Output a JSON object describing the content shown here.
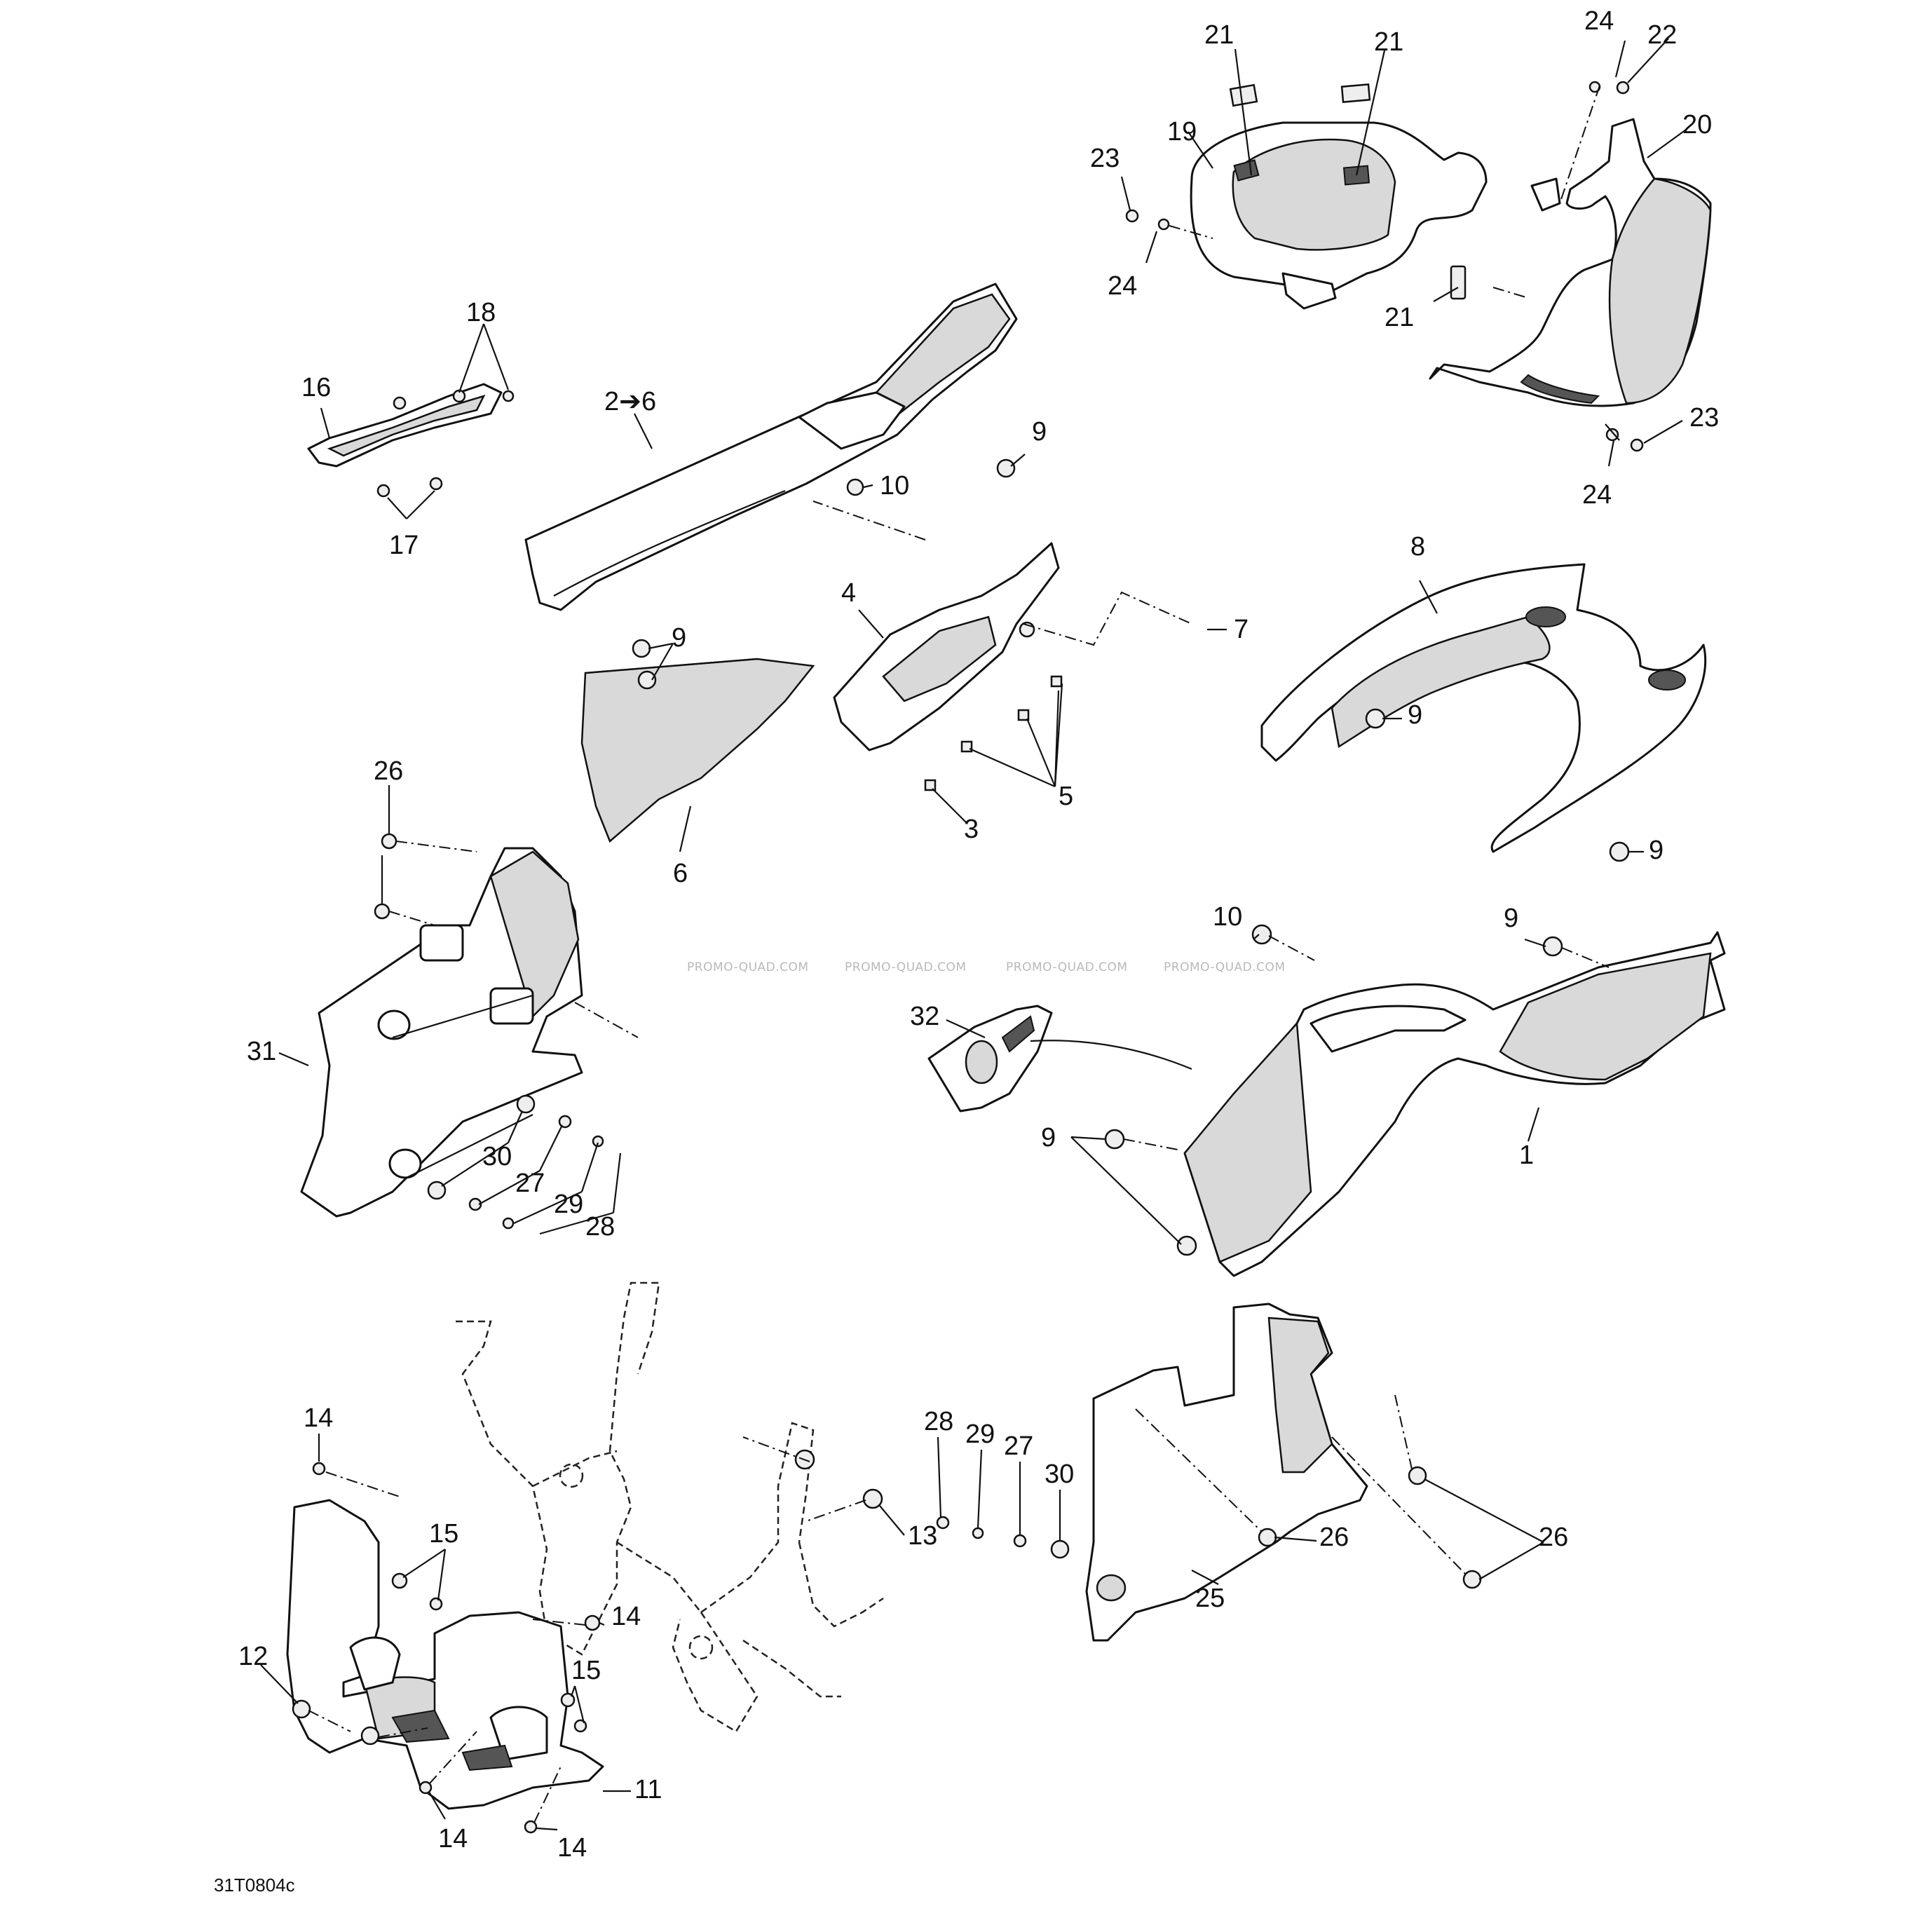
{
  "watermark": "PROMO-QUAD.COM",
  "reference": "31T0804c",
  "callouts": {
    "c1": "1",
    "c2_6": "2➔6",
    "c3": "3",
    "c4": "4",
    "c5": "5",
    "c6": "6",
    "c7": "7",
    "c8": "8",
    "c9": "9",
    "c10": "10",
    "c11": "11",
    "c12": "12",
    "c13": "13",
    "c14": "14",
    "c15": "15",
    "c16": "16",
    "c17": "17",
    "c18": "18",
    "c19": "19",
    "c20": "20",
    "c21": "21",
    "c22": "22",
    "c23": "23",
    "c24": "24",
    "c25": "25",
    "c26": "26",
    "c27": "27",
    "c28": "28",
    "c29": "29",
    "c30": "30",
    "c31": "31",
    "c32": "32"
  }
}
